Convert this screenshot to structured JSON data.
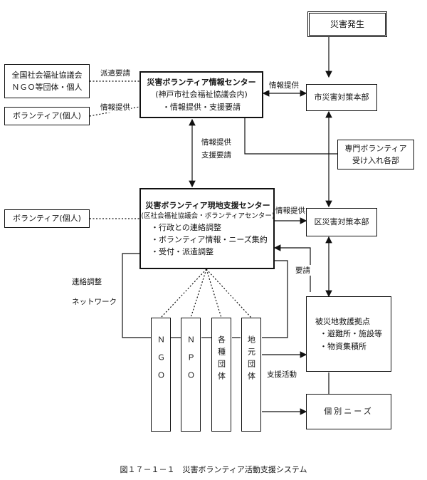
{
  "boxes": {
    "disaster": "災害発生",
    "national_ngo": [
      "全国社会福祉協議会",
      "ＮＧＯ等団体・個人"
    ],
    "volunteer_individual_1": "ボランティア(個人)",
    "info_center": [
      "災害ボランティア情報センター",
      "(神戸市社会福祉協議会内)",
      "・情報提供・支援要請"
    ],
    "city_hq": "市災害対策本部",
    "specialized_volunteers": [
      "専門ボランティア",
      "受け入れ各部"
    ],
    "volunteer_individual_2": "ボランティア(個人)",
    "local_center": [
      "災害ボランティア現地支援センター",
      "(区社会福祉協議会・ボランティアセンター)",
      "・行政との連絡調整",
      "・ボランティア情報・ニーズ集約",
      "・受付・派遣調整"
    ],
    "ward_hq": "区災害対策本部",
    "base": [
      "被災地救護拠点",
      "・避難所・施設等",
      "・物資集積所"
    ],
    "needs": "個別ニーズ",
    "orgs": [
      "ＮＧＯ",
      "ＮＰＯ",
      "各種団体",
      "地元団体"
    ]
  },
  "labels": {
    "dispatch_request": "派遣要請",
    "info_provision_1": "情報提供",
    "info_provision_2": "情報提供",
    "info_provision_3": [
      "情報提供",
      "支援要請"
    ],
    "info_provision_4": "情報提供",
    "request": "要請",
    "liaison": "連絡調整",
    "network": "ネットワーク",
    "support": "支援活動"
  },
  "caption": "図１７－１－１　災害ボランティア活動支援システム"
}
